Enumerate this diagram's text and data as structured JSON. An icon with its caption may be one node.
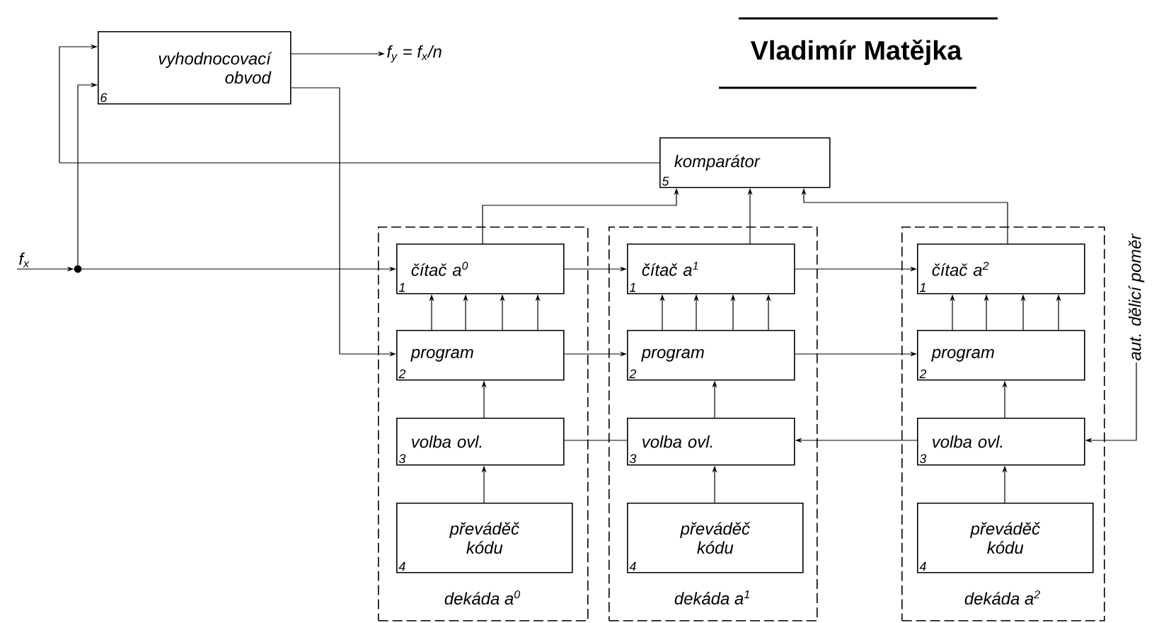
{
  "diagram": {
    "title": "Vladimír Matějka",
    "nodes": [
      {
        "text": [
          "vyhodnocovací obvod",
          "6"
        ]
      },
      {
        "text": [
          "komparátor",
          "5"
        ]
      },
      {
        "text": [],
        "shape": "circle"
      },
      {
        "text": [
          "dekáda a$^{0}$"
        ]
      },
      {
        "text": [
          "čítač a$^{0}$",
          "1"
        ],
        "in": 3
      },
      {
        "text": [
          "program",
          "2"
        ],
        "in": 3
      },
      {
        "text": [
          "volba ovl.",
          "3"
        ],
        "in": 3
      },
      {
        "text": [
          "převáděč kódu",
          "4"
        ],
        "in": 3
      },
      {
        "text": [
          "dekáda a$^{1}$"
        ]
      },
      {
        "text": [
          "čítač a$^{1}$",
          "1"
        ],
        "in": 8
      },
      {
        "text": [
          "program",
          "2"
        ],
        "in": 8
      },
      {
        "text": [
          "volba ovl.",
          "3"
        ],
        "in": 8
      },
      {
        "text": [
          "převáděč kódu",
          "4"
        ],
        "in": 8
      },
      {
        "text": [
          "dekáda a$^{2}$"
        ]
      },
      {
        "text": [
          "čítač a$^{2}$",
          "1"
        ],
        "in": 13
      },
      {
        "text": [
          "program",
          "2"
        ],
        "in": 13
      },
      {
        "text": [
          "volba ovl.",
          "3"
        ],
        "in": 13
      },
      {
        "text": [
          "převáděč kódu",
          "4"
        ],
        "in": 13
      },
      {
        "text": [
          "f$_{y}$ = f$_{x}$/n"
        ]
      },
      {
        "text": [
          "f$_{x}$"
        ]
      },
      {
        "text": [
          "aut. dělicí poměr"
        ]
      }
    ],
    "edges": [
      {
        "from": 19,
        "to": 2,
        "arrow": "to"
      },
      {
        "from": 2,
        "to": 4,
        "arrow": "to"
      },
      {
        "from": 2,
        "to": 0,
        "arrow": "to"
      },
      {
        "from": 1,
        "to": 0,
        "arrow": "to"
      },
      {
        "from": 0,
        "to": 18,
        "arrow": "to"
      },
      {
        "from": 0,
        "to": 5,
        "arrow": "to"
      },
      {
        "from": 4,
        "to": 1,
        "arrow": "to"
      },
      {
        "from": 9,
        "to": 1,
        "arrow": "to"
      },
      {
        "from": 14,
        "to": 1,
        "arrow": "to"
      },
      {
        "from": 5,
        "to": 4,
        "arrow": "to"
      },
      {
        "from": 5,
        "to": 4,
        "arrow": "to"
      },
      {
        "from": 5,
        "to": 4,
        "arrow": "to"
      },
      {
        "from": 5,
        "to": 4,
        "arrow": "to"
      },
      {
        "from": 6,
        "to": 5,
        "arrow": "to"
      },
      {
        "from": 7,
        "to": 6,
        "arrow": "to"
      },
      {
        "from": 4,
        "to": 9,
        "arrow": "to"
      },
      {
        "from": 5,
        "to": 10,
        "arrow": "to"
      },
      {
        "from": 11,
        "to": 6,
        "arrow": "none"
      },
      {
        "from": 10,
        "to": 9,
        "arrow": "to"
      },
      {
        "from": 10,
        "to": 9,
        "arrow": "to"
      },
      {
        "from": 10,
        "to": 9,
        "arrow": "to"
      },
      {
        "from": 10,
        "to": 9,
        "arrow": "to"
      },
      {
        "from": 11,
        "to": 10,
        "arrow": "to"
      },
      {
        "from": 12,
        "to": 11,
        "arrow": "to"
      },
      {
        "from": 9,
        "to": 14,
        "arrow": "to"
      },
      {
        "from": 10,
        "to": 15,
        "arrow": "to"
      },
      {
        "from": 16,
        "to": 11,
        "arrow": "to"
      },
      {
        "from": 15,
        "to": 14,
        "arrow": "to"
      },
      {
        "from": 15,
        "to": 14,
        "arrow": "to"
      },
      {
        "from": 15,
        "to": 14,
        "arrow": "to"
      },
      {
        "from": 15,
        "to": 14,
        "arrow": "to"
      },
      {
        "from": 16,
        "to": 15,
        "arrow": "to"
      },
      {
        "from": 17,
        "to": 16,
        "arrow": "to"
      },
      {
        "from": 20,
        "to": 16,
        "arrow": "to"
      }
    ]
  }
}
